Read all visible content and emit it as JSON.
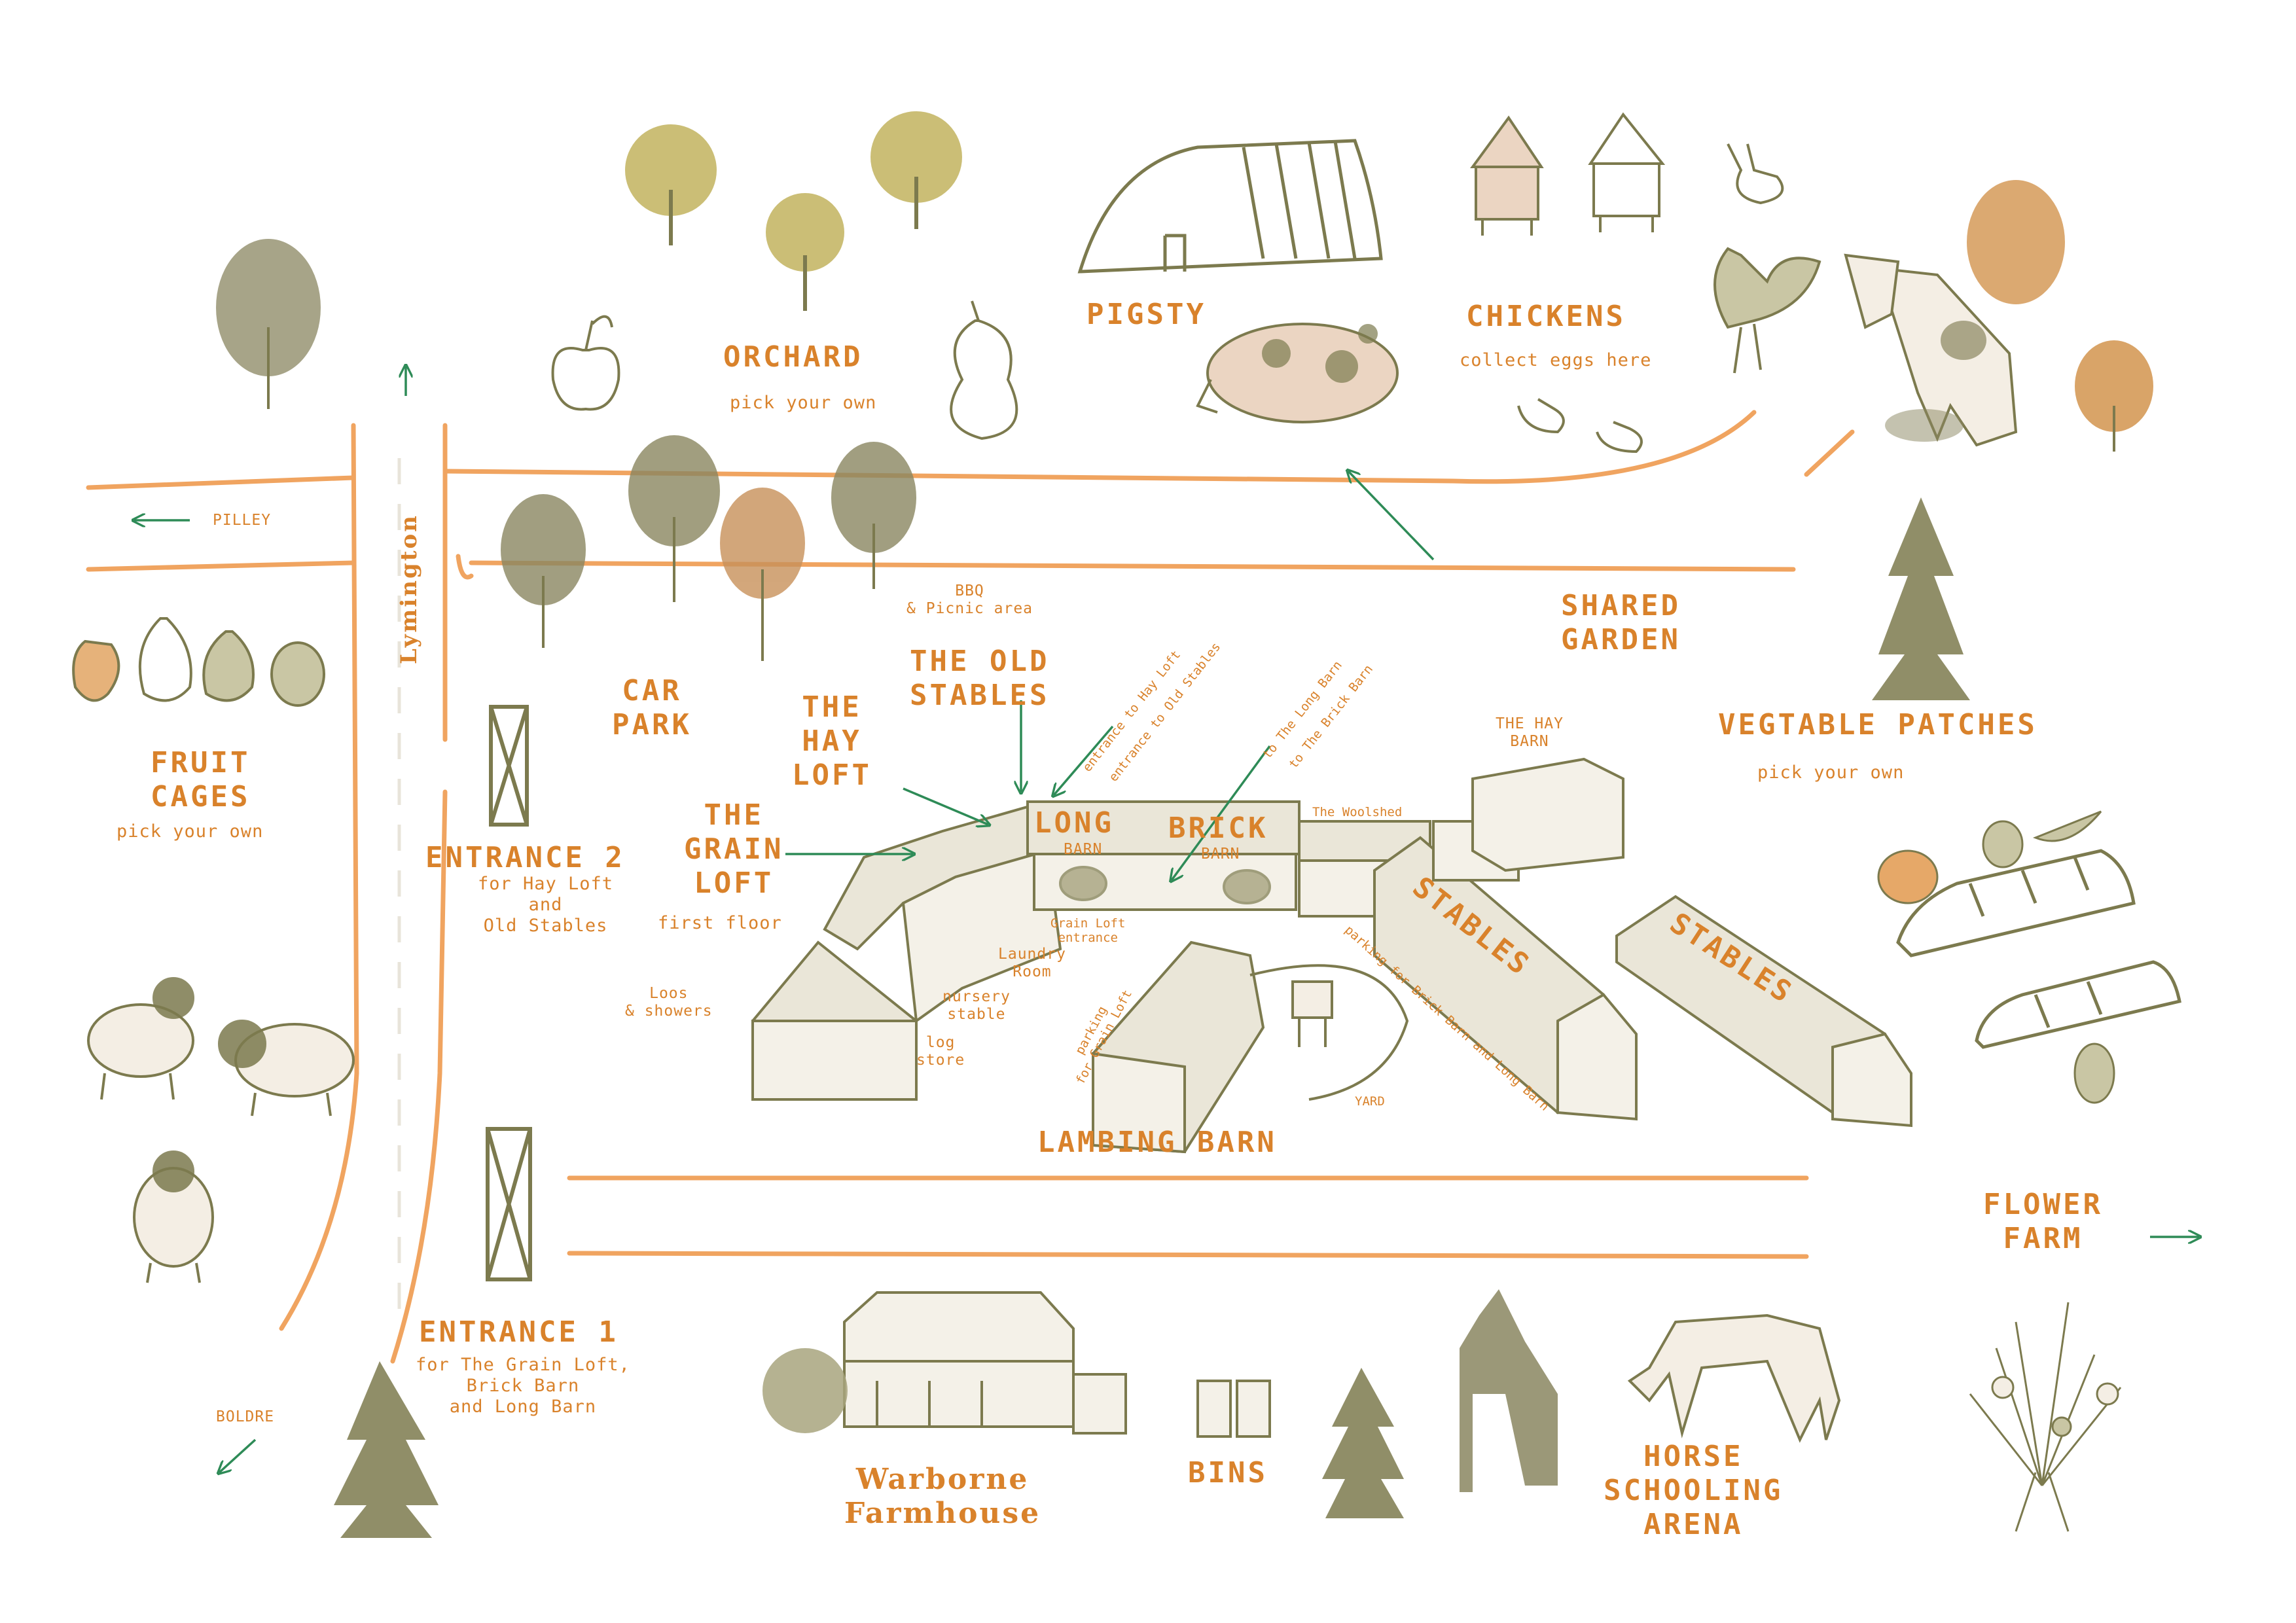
{
  "colors": {
    "accent": "#D9822B",
    "ink": "#7C7A4E",
    "wash": "#9C9870",
    "green": "#2E8B57",
    "road": "#F0A460"
  },
  "icons": [
    "apple-icon",
    "pear-icon",
    "tree-icon",
    "fir-tree-icon",
    "pig-icon",
    "goose-icon",
    "rooster-icon",
    "duck-icon",
    "cow-icon",
    "sheep-icon",
    "highland-cow-icon",
    "horse-icon",
    "pumpkin-icon",
    "marrow-icon",
    "peas-icon",
    "strawberry-icon",
    "fig-icon",
    "raspberry-icon",
    "flower-bouquet-icon",
    "wheelie-bin-icon",
    "gate-icon",
    "polytunnel-icon",
    "hen-house-icon",
    "nissen-hut-icon",
    "hay-bale-icon",
    "farmhouse-icon",
    "barn-icon"
  ],
  "labels": {
    "orchard": "ORCHARD",
    "orchard_sub": "pick your own",
    "pigsty": "PIGSTY",
    "chickens": "CHICKENS",
    "chickens_sub": "collect eggs here",
    "pilley": "PILLEY",
    "lymington": "Lymington",
    "fruit_cages": [
      "FRUIT",
      "CAGES"
    ],
    "fruit_cages_sub": "pick your own",
    "car_park": [
      "CAR",
      "PARK"
    ],
    "bbq": [
      "BBQ",
      "& Picnic area"
    ],
    "old_stables": [
      "THE OLD",
      "STABLES"
    ],
    "hay_loft": [
      "THE",
      "HAY",
      "LOFT"
    ],
    "grain_loft": [
      "THE",
      "GRAIN",
      "LOFT"
    ],
    "grain_loft_sub": "first floor",
    "entrance2": "ENTRANCE 2",
    "entrance2_sub": [
      "for Hay Loft",
      "and",
      "Old Stables"
    ],
    "shared_garden": [
      "SHARED",
      "GARDEN"
    ],
    "hay_barn": [
      "THE HAY",
      "BARN"
    ],
    "woolshed": "The Woolshed",
    "vegetable_patches": "VEGTABLE PATCHES",
    "vegetable_patches_sub": "pick your own",
    "long_barn": "LONG",
    "long_barn_sub": "BARN",
    "brick_barn": "BRICK",
    "brick_barn_sub": "BARN",
    "entrance_hay_loft": "entrance to Hay Loft",
    "entrance_old_stables": "entrance to Old Stables",
    "to_long_barn": "to The Long Barn",
    "to_brick_barn": "to The Brick Barn",
    "grain_loft_entrance": [
      "Grain Loft",
      "entrance"
    ],
    "laundry": [
      "Laundry",
      "Room"
    ],
    "loos": [
      "Loos",
      "& showers"
    ],
    "nursery": [
      "nursery",
      "stable"
    ],
    "log_store": [
      "log",
      "store"
    ],
    "parking_grain": [
      "parking",
      "for Grain Loft"
    ],
    "parking_brick": "parking for Brick Barn and Long Barn",
    "stables1": "STABLES",
    "stables2": "STABLES",
    "yard": "YARD",
    "lambing_barn": "LAMBING BARN",
    "entrance1": "ENTRANCE 1",
    "entrance1_sub": [
      "for The Grain Loft,",
      "Brick Barn",
      "and Long Barn"
    ],
    "boldre": "BOLDRE",
    "farmhouse": [
      "Warborne",
      "Farmhouse"
    ],
    "bins": "BINS",
    "horse_arena": [
      "HORSE",
      "SCHOOLING",
      "ARENA"
    ],
    "flower_farm": [
      "FLOWER",
      "FARM"
    ]
  }
}
